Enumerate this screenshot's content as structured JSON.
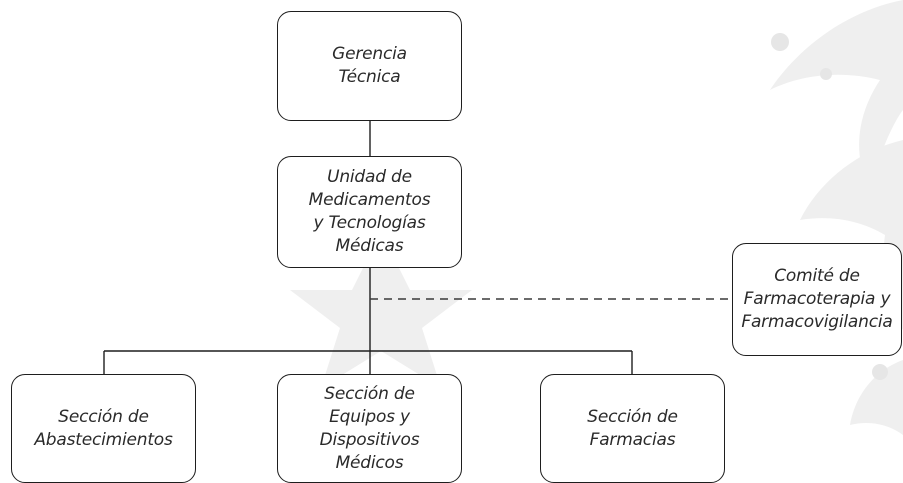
{
  "org_chart": {
    "nodes": {
      "gerencia": "Gerencia\nTécnica",
      "unidad": "Unidad de\nMedicamentos\ny Tecnologías\nMédicas",
      "comite": "Comité de\nFarmacoterapia y\nFarmacovigilancia",
      "abastecimientos": "Sección de\nAbastecimientos",
      "equipos": "Sección de\nEquipos y\nDispositivos\nMédicos",
      "farmacias": "Sección de\nFarmacias"
    },
    "relations": [
      {
        "from": "gerencia",
        "to": "unidad",
        "style": "solid"
      },
      {
        "from": "unidad",
        "to": "comite",
        "style": "dashed"
      },
      {
        "from": "unidad",
        "to": "abastecimientos",
        "style": "solid"
      },
      {
        "from": "unidad",
        "to": "equipos",
        "style": "solid"
      },
      {
        "from": "unidad",
        "to": "farmacias",
        "style": "solid"
      }
    ]
  },
  "colors": {
    "line": "#1e1e1e",
    "decor": "#efefef",
    "text": "#2a2a2a"
  }
}
